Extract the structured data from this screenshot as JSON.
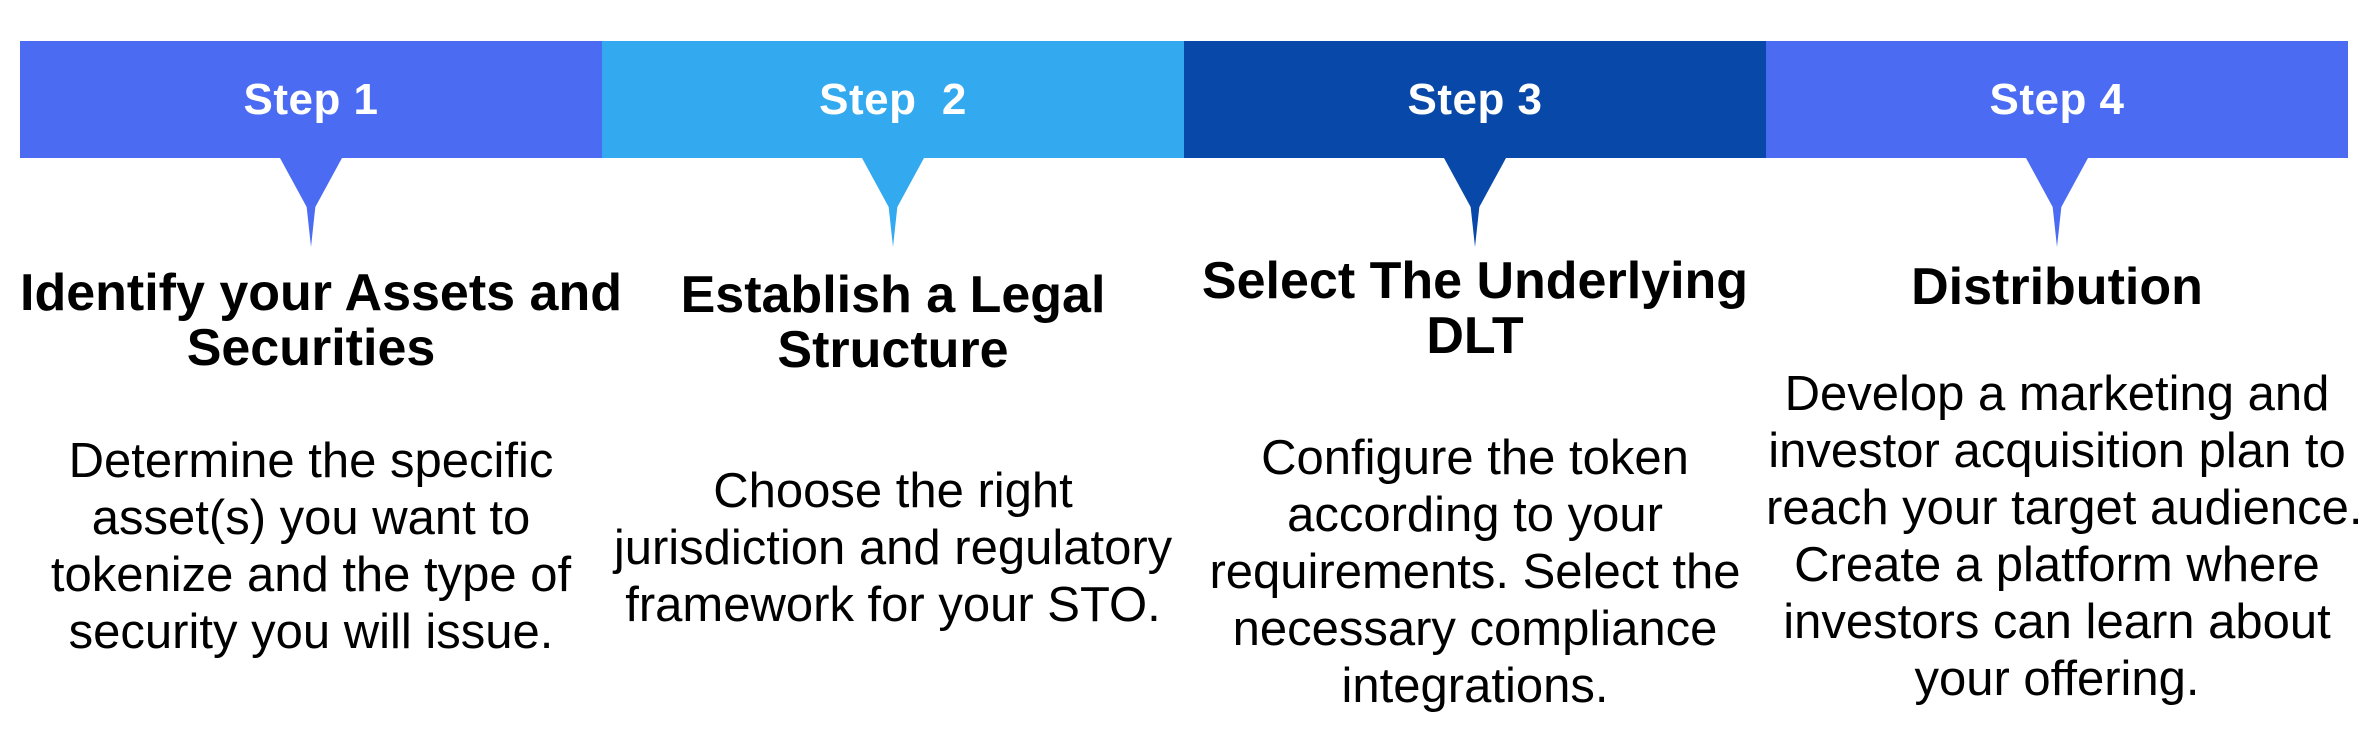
{
  "diagram": {
    "kind": "process-steps-infographic",
    "background_color": "#ffffff",
    "label_text_color": "#ffffff",
    "body_text_color": "#000000",
    "steps": [
      {
        "label": "Step 1",
        "color": "#4b6cf2",
        "title": "Identify your Assets and\nSecurities",
        "description": "Determine the specific\nasset(s) you want to\ntokenize and the type of\nsecurity you will issue."
      },
      {
        "label": "Step  2",
        "color": "#33a9f0",
        "title": "Establish a Legal\nStructure",
        "description": "Choose the right\njurisdiction and regulatory\nframework for your STO."
      },
      {
        "label": "Step 3",
        "color": "#0848a8",
        "title": "Select The Underlying\nDLT",
        "description": "Configure the token\naccording to your\nrequirements. Select the\nnecessary compliance\nintegrations."
      },
      {
        "label": "Step 4",
        "color": "#4b6cf2",
        "title": "Distribution",
        "description": "Develop a marketing and\ninvestor acquisition plan to\nreach your target audience.\nCreate a platform where\ninvestors can learn about\nyour offering."
      }
    ]
  }
}
